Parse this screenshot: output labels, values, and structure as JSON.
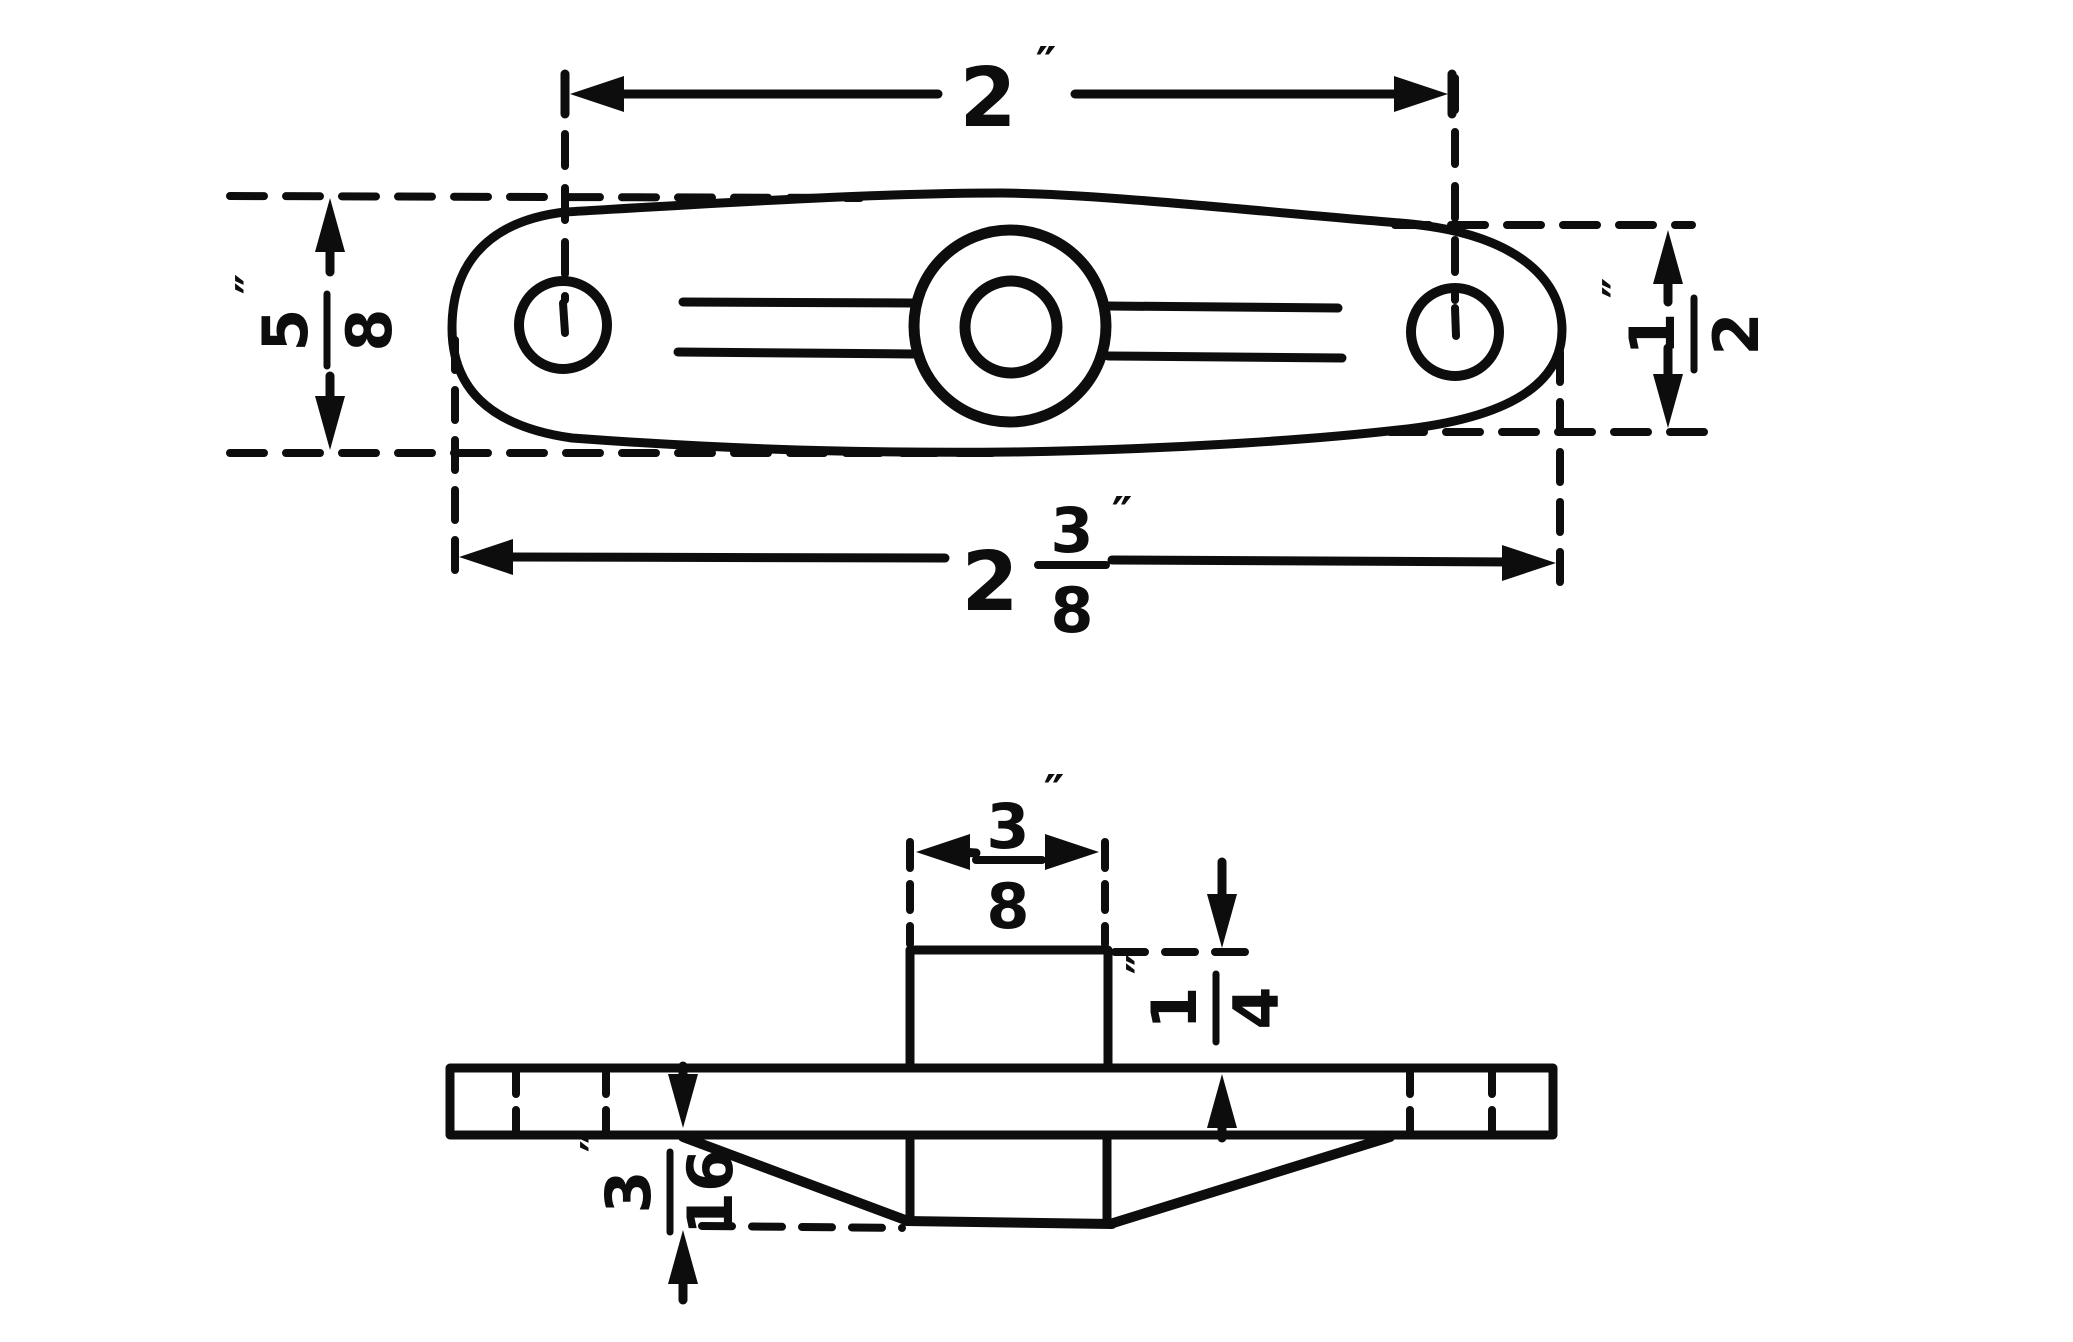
{
  "drawing": {
    "ink_color": "#0d0d0d",
    "paper_color": "#ffffff",
    "dimensions": {
      "hole_spacing": {
        "value": "2",
        "unit": "″"
      },
      "plate_width_center": {
        "num": "5",
        "den": "8",
        "unit": "″"
      },
      "plate_width_end": {
        "num": "1",
        "den": "2",
        "unit": "″"
      },
      "overall_length": {
        "whole": "2",
        "num": "3",
        "den": "8",
        "unit": "″"
      },
      "boss_width": {
        "num": "3",
        "den": "8",
        "unit": "″"
      },
      "boss_height": {
        "num": "1",
        "den": "4",
        "unit": "″"
      },
      "lower_boss_depth": {
        "num": "3",
        "den": "16",
        "unit": "″"
      }
    }
  }
}
